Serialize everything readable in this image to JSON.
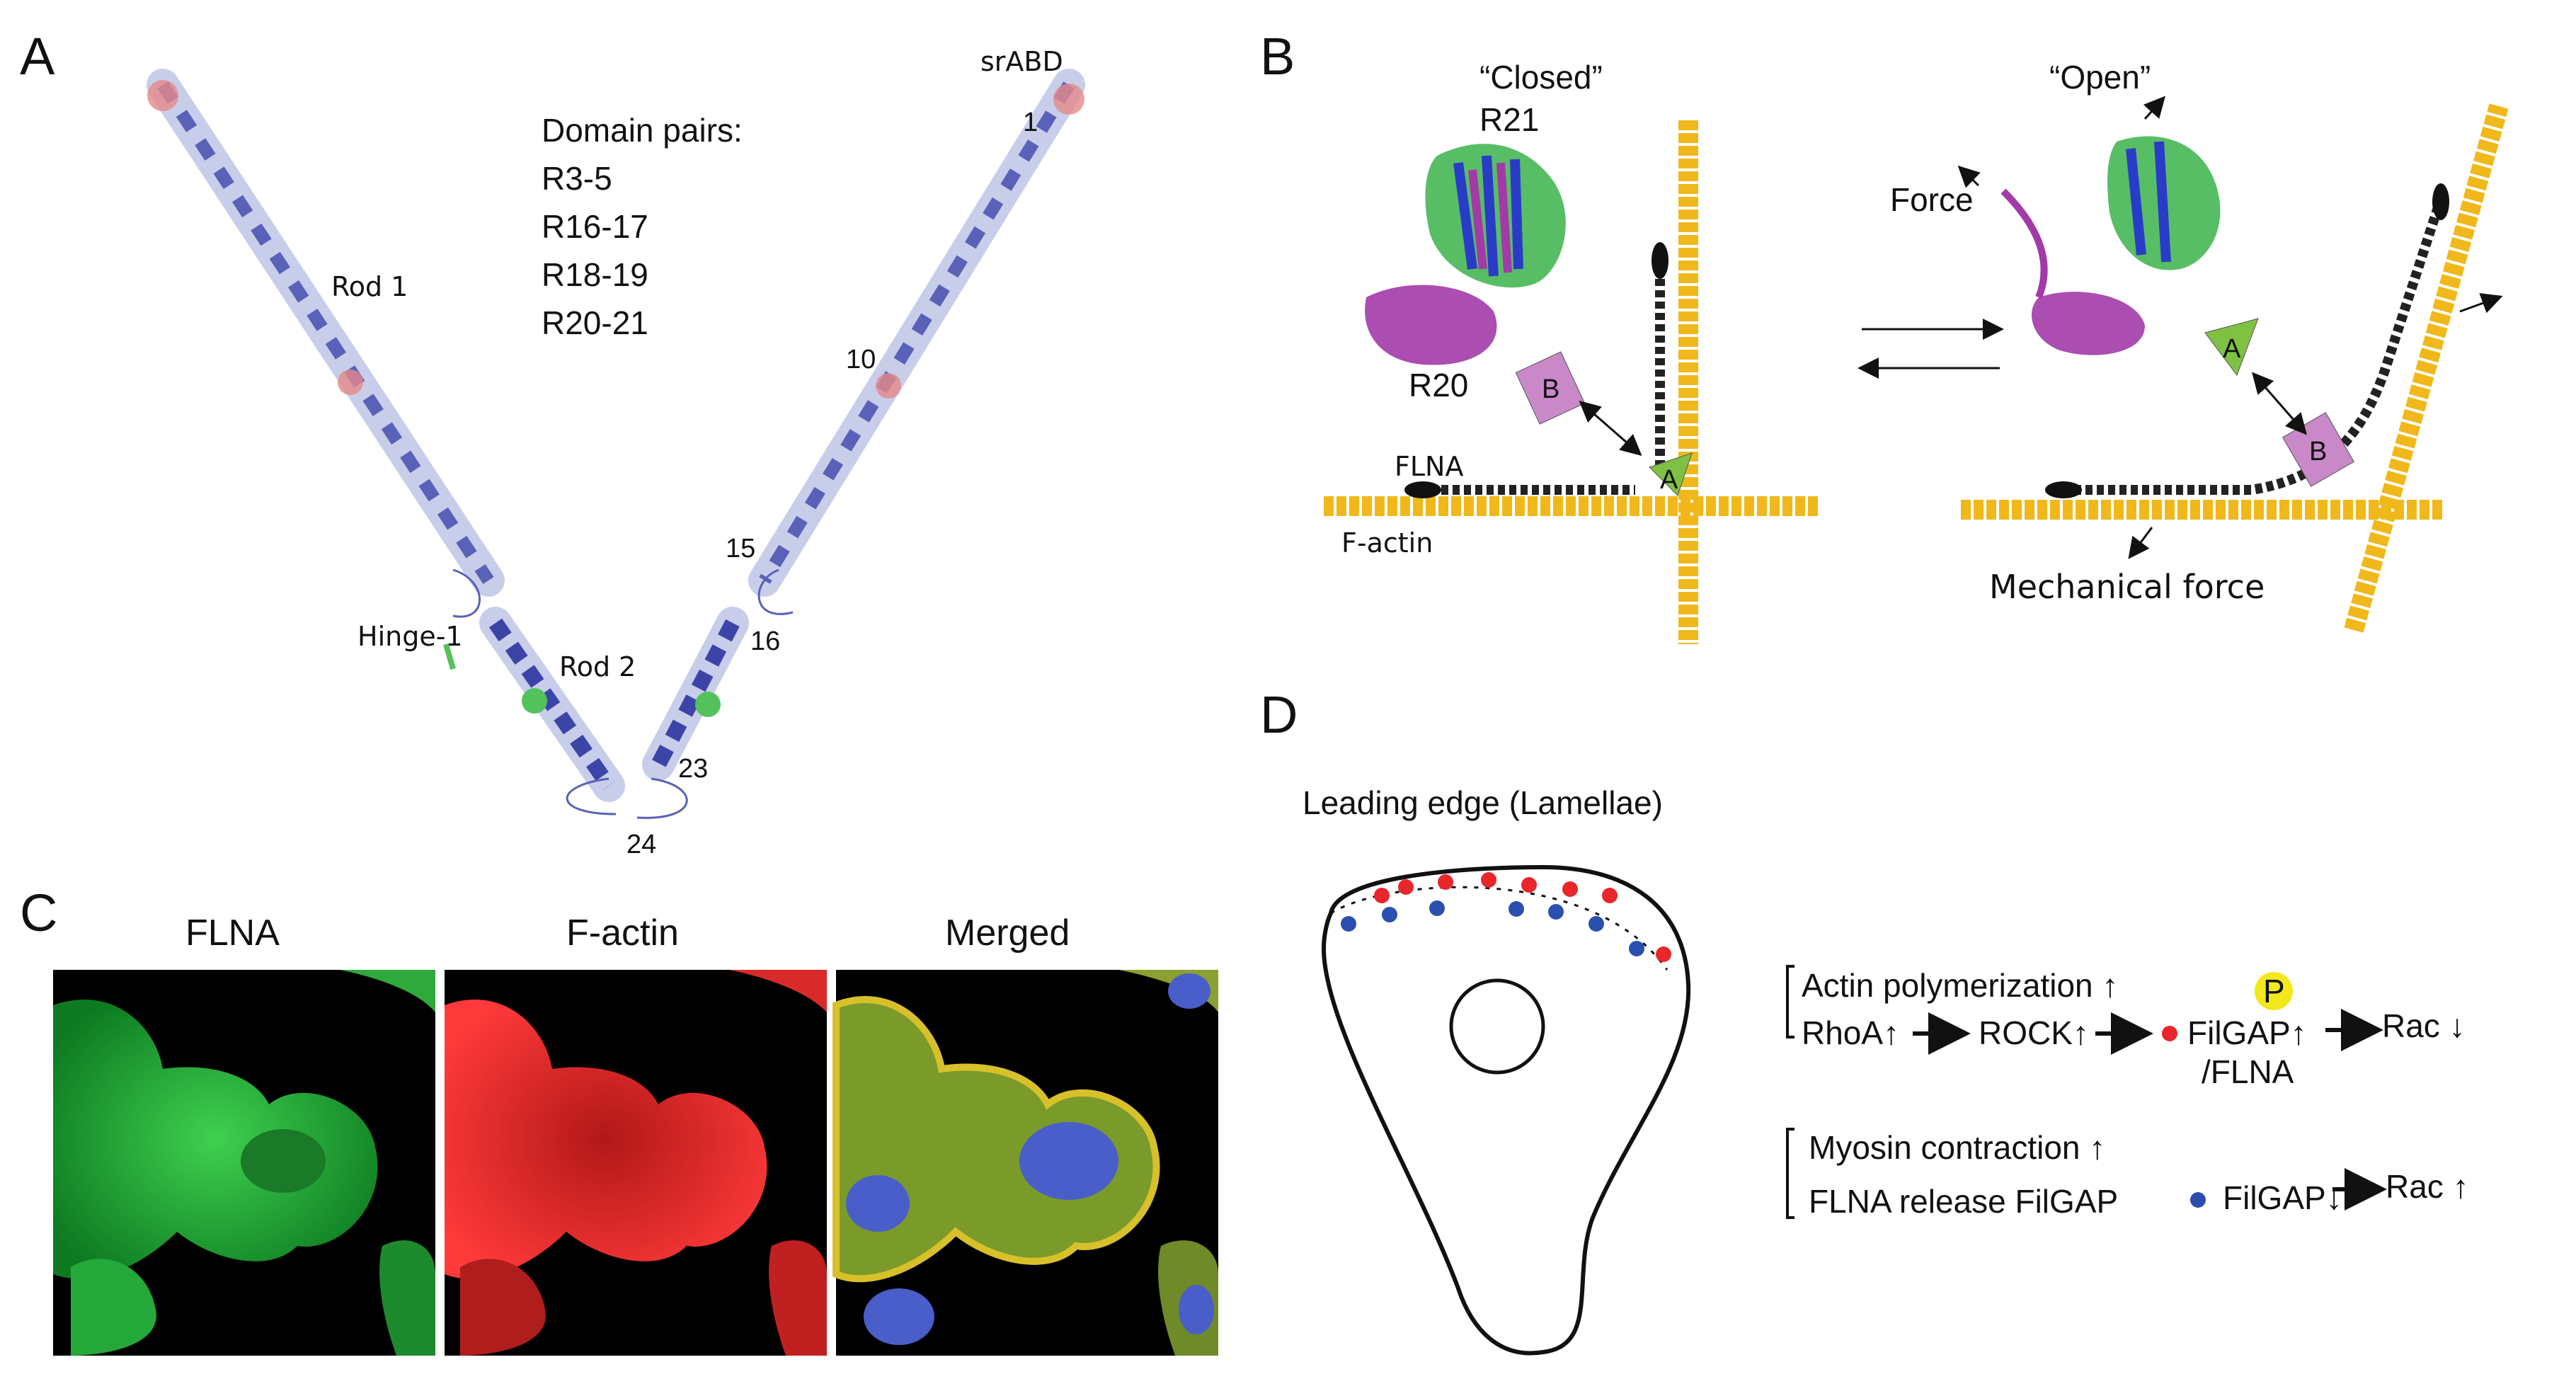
{
  "panels": {
    "A": {
      "letter": "A",
      "srabd": "srABD",
      "domain_pairs_title": "Domain pairs:",
      "domain_pairs": [
        "R3-5",
        "R16-17",
        "R18-19",
        "R20-21"
      ],
      "rod1": "Rod 1",
      "rod2": "Rod 2",
      "hinge1": "Hinge-1",
      "numbers": [
        "1",
        "10",
        "15",
        "16",
        "23",
        "24"
      ]
    },
    "B": {
      "letter": "B",
      "closed": "“Closed”",
      "open": "“Open”",
      "r21": "R21",
      "r20": "R20",
      "force": "Force",
      "flna": "FLNA",
      "factin": "F-actin",
      "mech_force": "Mechanical force",
      "tag_a": "A",
      "tag_b": "B"
    },
    "C": {
      "letter": "C",
      "titles": [
        "FLNA",
        "F-actin",
        "Merged"
      ],
      "colors": {
        "green": "#2fa83c",
        "red": "#d92a2a",
        "blue": "#4a5ec9"
      }
    },
    "D": {
      "letter": "D",
      "leading_edge": "Leading edge (Lamellae)",
      "line1": "Actin polymerization ↑",
      "line2a": "RhoA↑",
      "line2b": "ROCK↑",
      "filgap_up": "FilGAP↑",
      "flna_sub": "/FLNA",
      "rac_down": "Rac ↓",
      "p": "P",
      "line3": "Myosin contraction ↑",
      "line4": "FLNA release FilGAP",
      "filgap_down": "FilGAP↓",
      "rac_up": "Rac ↑",
      "colors": {
        "red": "#e8262b",
        "blue": "#2a4fb0",
        "yellow": "#f3e81c"
      }
    }
  }
}
